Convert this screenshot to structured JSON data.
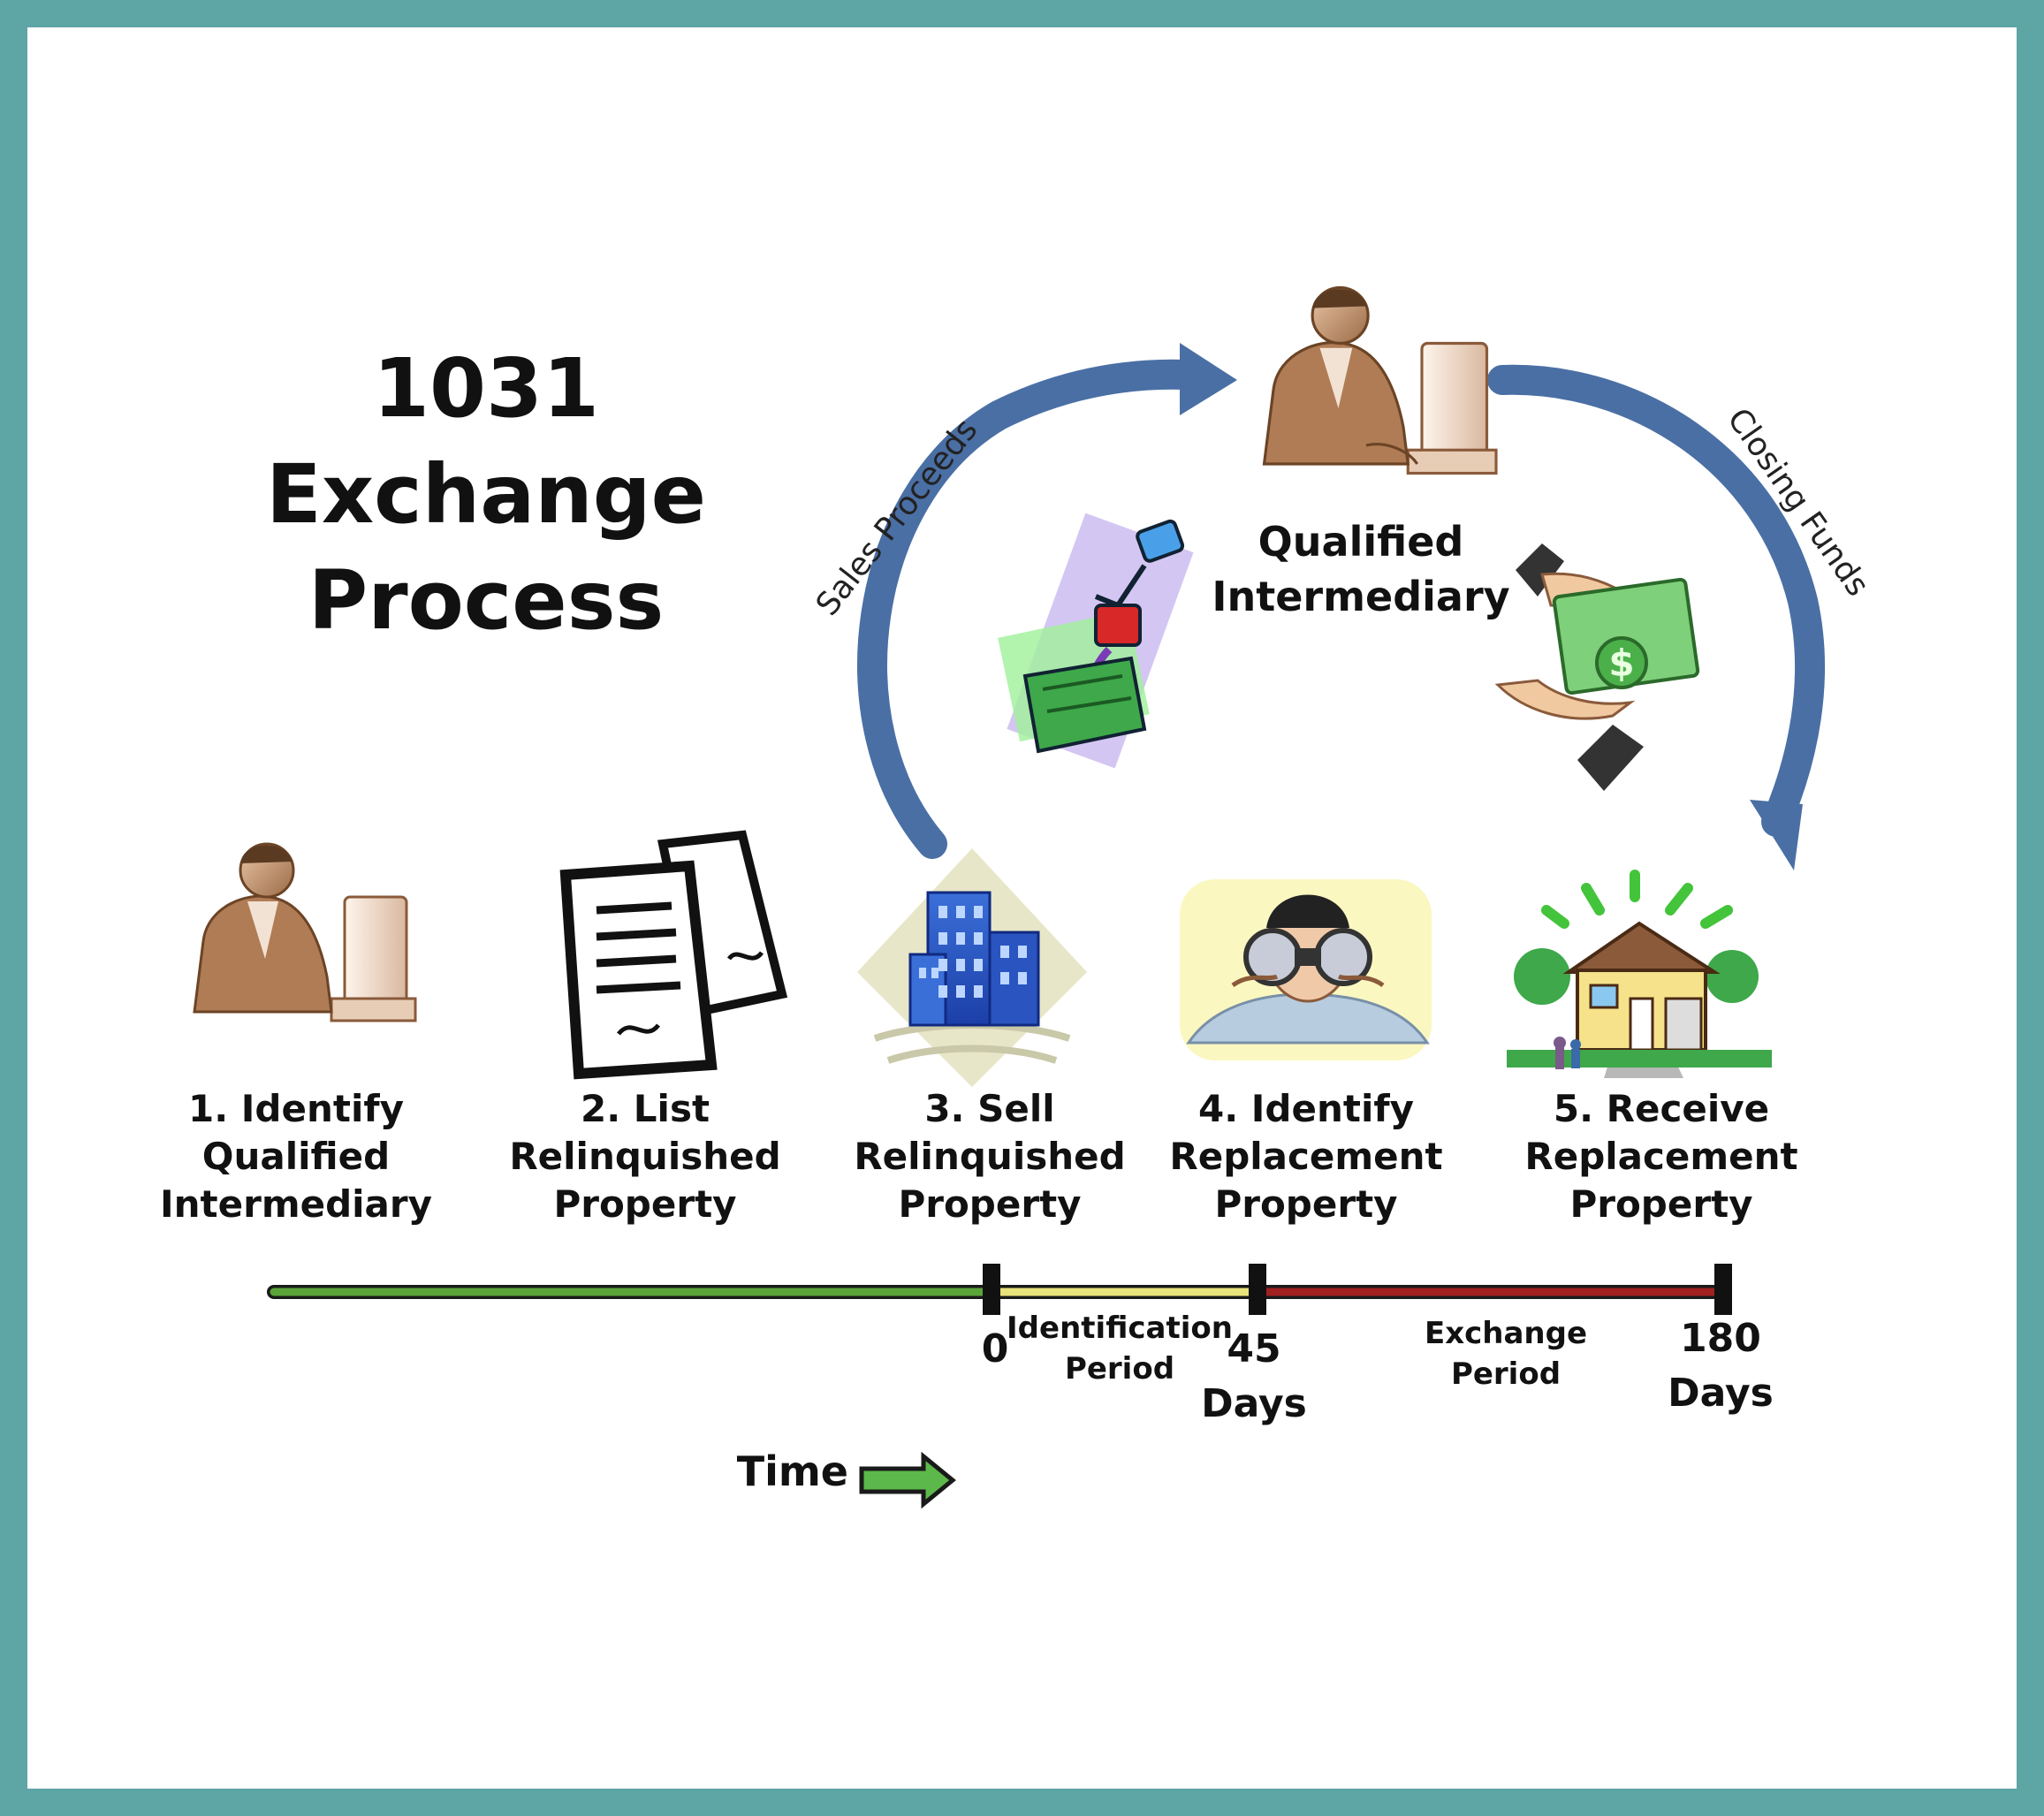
{
  "title": [
    "1031 Exchange",
    "Process"
  ],
  "intermediary": {
    "label": [
      "Qualified",
      "Intermediary"
    ]
  },
  "arrows": {
    "sales_proceeds": "Sales Proceeds",
    "closing_funds": "Closing Funds"
  },
  "steps": [
    {
      "number": "1.",
      "lines": [
        "Identify",
        "Qualified",
        "Intermediary"
      ],
      "icon": "businessman-at-computer-icon"
    },
    {
      "number": "2.",
      "lines": [
        "List",
        "Relinquished",
        "Property"
      ],
      "icon": "signed-documents-icon"
    },
    {
      "number": "3.",
      "lines": [
        "Sell",
        "Relinquished",
        "Property"
      ],
      "icon": "office-building-icon"
    },
    {
      "number": "4.",
      "lines": [
        "Identify",
        "Replacement",
        "Property"
      ],
      "icon": "man-with-binoculars-icon"
    },
    {
      "number": "5.",
      "lines": [
        "Receive",
        "Replacement",
        "Property"
      ],
      "icon": "house-icon"
    }
  ],
  "timeline": {
    "ticks": [
      {
        "label": [
          "0"
        ]
      },
      {
        "label": [
          "45",
          "Days"
        ]
      },
      {
        "label": [
          "180",
          "Days"
        ]
      }
    ],
    "periods": [
      {
        "lines": [
          "Identification",
          "Period"
        ],
        "color": "#e8e37a"
      },
      {
        "lines": [
          "Exchange",
          "Period"
        ],
        "color": "#a02020"
      }
    ],
    "lead_color": "#5aa43a",
    "time_label": "Time"
  },
  "colors": {
    "frame": "#5ea5a6",
    "arrow": "#4a6fa5",
    "time_arrow": "#5cb84a"
  }
}
